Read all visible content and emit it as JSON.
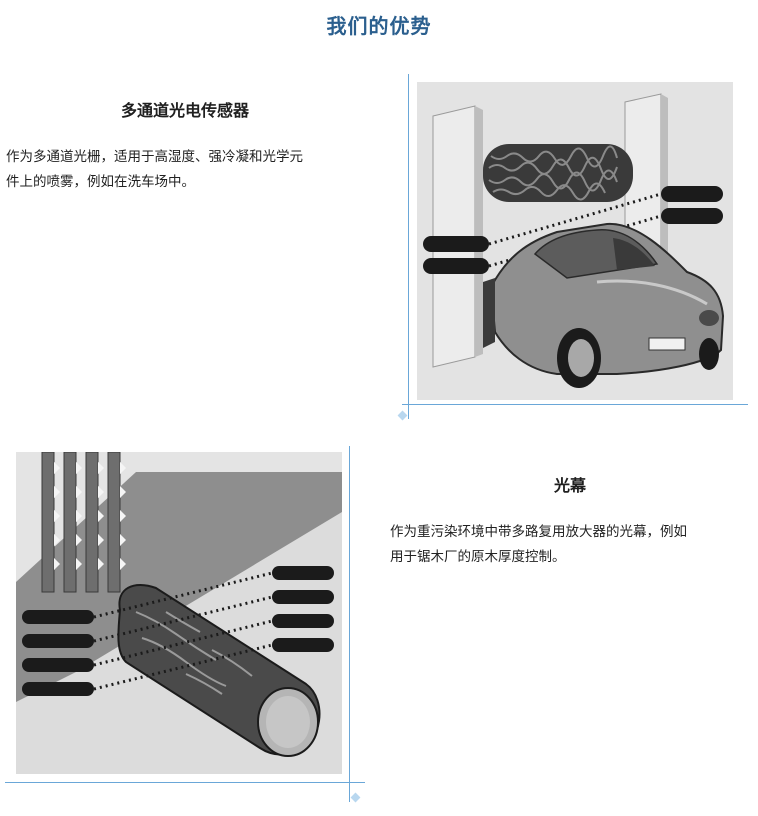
{
  "page": {
    "title": "我们的优势"
  },
  "sections": [
    {
      "title": "多通道光电传感器",
      "description_lines": [
        "作为多通道光栅，适用于高湿度、强冷凝和光学元",
        "件上的喷雾，例如在洗车场中。"
      ],
      "image_icon": "car-wash-light-grid-illustration"
    },
    {
      "title": "光幕",
      "description_lines": [
        "作为重污染环境中带多路复用放大器的光幕，例如",
        "用于锯木厂的原木厚度控制。"
      ],
      "image_icon": "sawmill-log-light-curtain-illustration"
    }
  ],
  "colors": {
    "title": "#2b5f8e",
    "accent_line": "#6aa7d8",
    "diamond": "#b8d7ef"
  }
}
